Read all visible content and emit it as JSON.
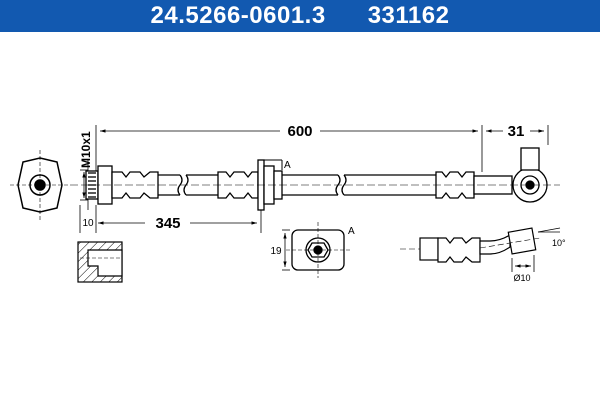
{
  "header": {
    "part_number": "24.5266-0601.3",
    "ref_number": "331162",
    "background": "#1259b0",
    "text_color": "#ffffff"
  },
  "drawing": {
    "dimensions": {
      "overall_length": "600",
      "end_offset": "31",
      "thread_spec": "M10x1",
      "mid_bracket_offset": "345",
      "thread_length": "10",
      "bracket_width": "19",
      "end_diameter": "Ø10",
      "bend_angle": "10°"
    },
    "section_labels": {
      "section_a_marker": "A",
      "section_a_view": "A"
    }
  }
}
